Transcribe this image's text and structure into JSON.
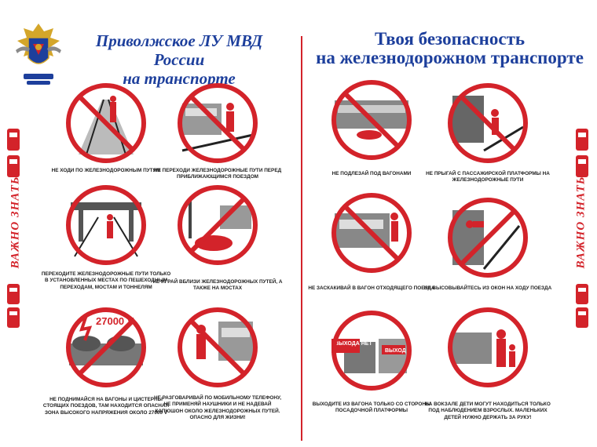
{
  "header": {
    "left_title_line1": "Приволжское ЛУ МВД России",
    "left_title_line2": "на транспорте",
    "right_title_line1": "Твоя безопасность",
    "right_title_line2": "на железнодорожном транспорте"
  },
  "side_label": "ВАЖНО ЗНАТЬ!",
  "signs": [
    {
      "caption": "НЕ ХОДИ ПО ЖЕЛЕЗНОДОРОЖНЫМ ПУТЯМ"
    },
    {
      "caption": "НЕ ПЕРЕХОДИ ЖЕЛЕЗНОДОРОЖНЫЕ ПУТИ ПЕРЕД ПРИБЛИЖАЮЩИМСЯ ПОЕЗДОМ"
    },
    {
      "caption": "ПЕРЕХОДИТЕ ЖЕЛЕЗНОДОРОЖНЫЕ ПУТИ ТОЛЬКО В УСТАНОВЛЕННЫХ МЕСТАХ ПО ПЕШЕХОДНЫМ ПЕРЕХОДАМ, МОСТАМ И ТОННЕЛЯМ"
    },
    {
      "caption": "НЕ ИГРАЙ ВБЛИЗИ ЖЕЛЕЗНОДОРОЖНЫХ ПУТЕЙ, А ТАКЖЕ НА МОСТАХ"
    },
    {
      "caption": "НЕ ПОДНИМАЙСЯ НА ВАГОНЫ И ЦИСТЕРНЫ СТОЯЩИХ ПОЕЗДОВ, ТАМ НАХОДИТСЯ ОПАСНАЯ ЗОНА ВЫСОКОГО НАПРЯЖЕНИЯ ОКОЛО 27000 V",
      "badge": "27000 V"
    },
    {
      "caption": "НЕ РАЗГОВАРИВАЙ ПО МОБИЛЬНОМУ ТЕЛЕФОНУ, НЕ ПРИМЕНЯЙ НАУШНИКИ И НЕ НАДЕВАЙ КАПЮШОН ОКОЛО ЖЕЛЕЗНОДОРОЖНЫХ ПУТЕЙ. ОПАСНО ДЛЯ ЖИЗНИ!"
    },
    {
      "caption": "НЕ ПОДЛЕЗАЙ ПОД ВАГОНАМИ"
    },
    {
      "caption": "НЕ ПРЫГАЙ С ПАССАЖИРСКОЙ ПЛАТФОРМЫ НА ЖЕЛЕЗНОДОРОЖНЫЕ ПУТИ"
    },
    {
      "caption": "НЕ ЗАСКАКИВАЙ В ВАГОН ОТХОДЯЩЕГО ПОЕЗДА"
    },
    {
      "caption": "НЕ ВЫСОВЫВАЙТЕСЬ ИЗ ОКОН НА ХОДУ ПОЕЗДА"
    },
    {
      "caption": "ВЫХОДИТЕ ИЗ ВАГОНА ТОЛЬКО СО СТОРОНЫ ПОСАДОЧНОЙ ПЛАТФОРМЫ",
      "badge": "ВЫХОДА НЕТ",
      "badge2": "ВЫХОД"
    },
    {
      "caption": "НА ВОКЗАЛЕ ДЕТИ МОГУТ НАХОДИТЬСЯ ТОЛЬКО ПОД НАБЛЮДЕНИЕМ ВЗРОСЛЫХ. МАЛЕНЬКИХ ДЕТЕЙ НУЖНО ДЕРЖАТЬ ЗА РУКУ!"
    }
  ],
  "colors": {
    "accent_red": "#d3232a",
    "title_blue": "#1d3f9c"
  }
}
